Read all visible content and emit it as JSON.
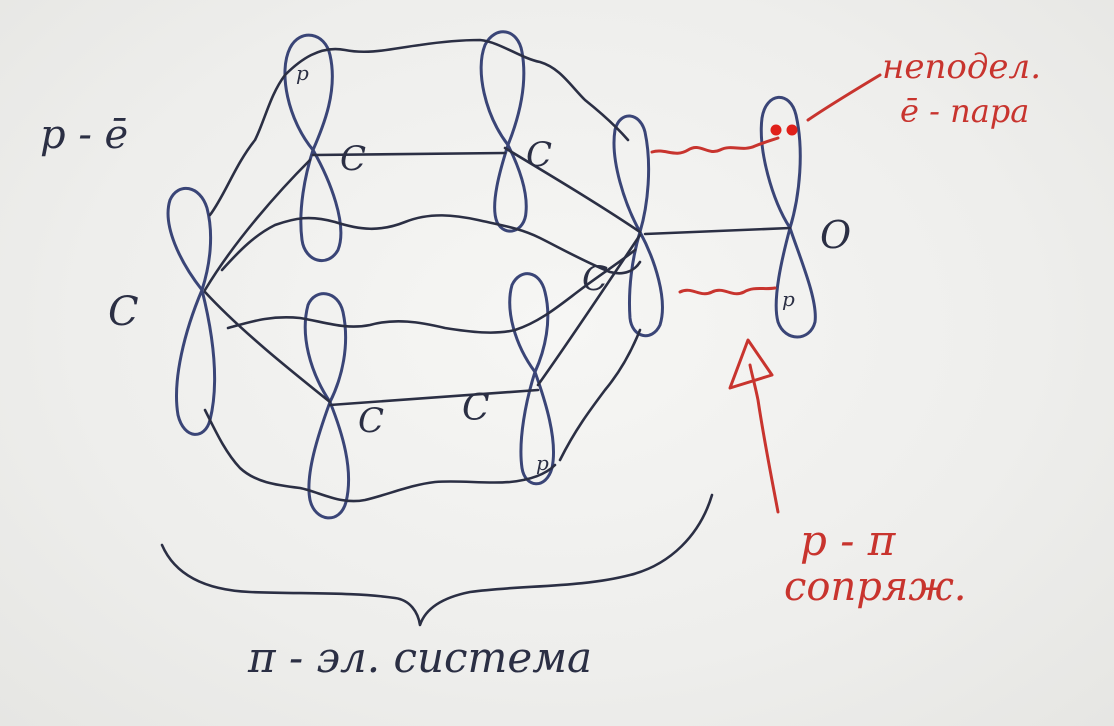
{
  "diagram": {
    "left_note": "p - ē",
    "atoms": {
      "c_top_left": "C",
      "c_top_mid": "C",
      "c_left": "C",
      "c_right_mid": "C",
      "c_bottom_left": "C",
      "c_bottom_mid": "C",
      "oxygen": "O"
    },
    "orbital_labels": {
      "p_top": "p",
      "p_oxygen": "p",
      "p_bottom": "p"
    },
    "lone_pair_label_line1": "неподел.",
    "lone_pair_label_line2": "ē - пара",
    "conjugation_label_line1": "p - π",
    "conjugation_label_line2": "сопряж.",
    "system_label": "π - эл.  система"
  },
  "colors": {
    "ink_blue": "#3a4577",
    "ink_dark": "#2b2f44",
    "ink_red": "#c8342e",
    "lone_pair": "#e0201a"
  }
}
